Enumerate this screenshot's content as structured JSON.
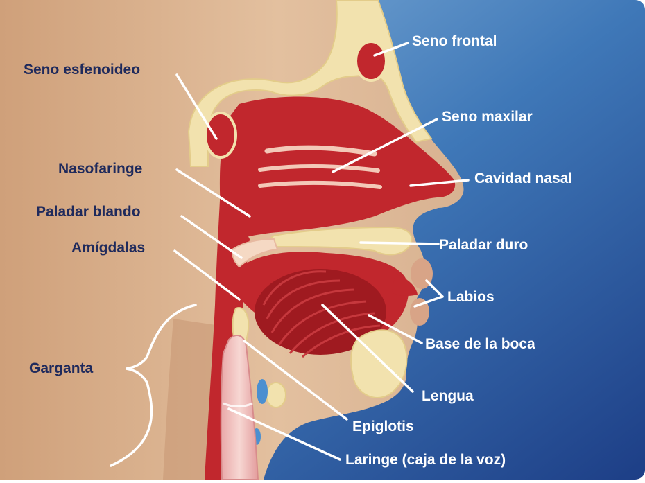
{
  "colors": {
    "background_skin": "#d9b08c",
    "background_blue": "#3f78b8",
    "bone": "#f4e6b5",
    "tissue": "#c1272d",
    "label_dark": "#1f2a5c",
    "label_light": "#ffffff"
  },
  "labels": {
    "seno_esfenoideo": "Seno esfenoideo",
    "seno_frontal": "Seno frontal",
    "seno_maxilar": "Seno maxilar",
    "nasofaringe": "Nasofaringe",
    "cavidad_nasal": "Cavidad nasal",
    "paladar_blando": "Paladar blando",
    "paladar_duro": "Paladar duro",
    "amigdalas": "Amígdalas",
    "labios": "Labios",
    "base_de_la_boca": "Base de la boca",
    "garganta": "Garganta",
    "lengua": "Lengua",
    "epiglotis": "Epiglotis",
    "laringe": "Laringe (caja de la voz)"
  }
}
